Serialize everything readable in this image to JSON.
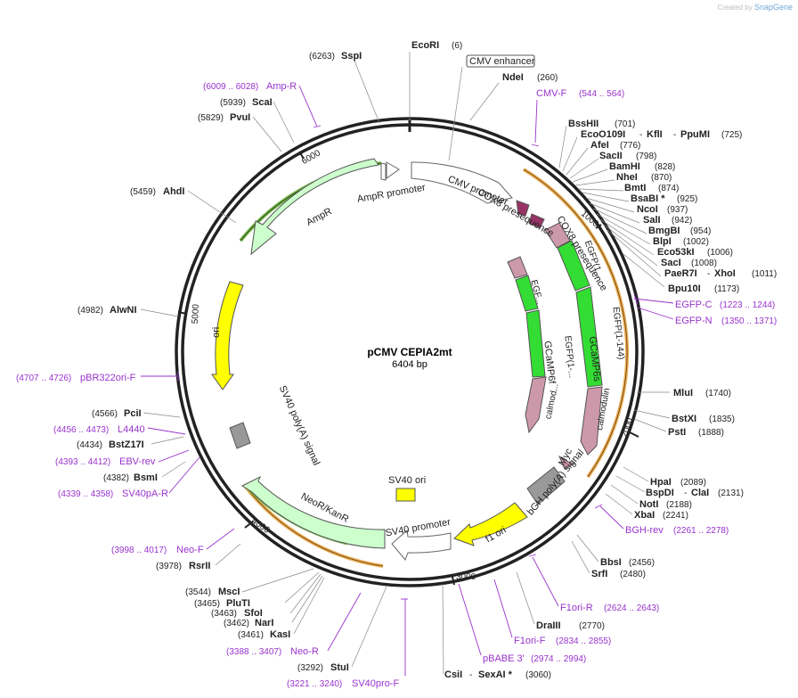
{
  "watermark": {
    "prefix": "Created by",
    "brand": "SnapGene"
  },
  "plasmid": {
    "name": "pCMV CEPIA2mt",
    "length": "6404 bp"
  },
  "colors": {
    "backbone": "#222222",
    "feature_green": "#ccffcc",
    "feature_yellow": "#ffff00",
    "feature_gray": "#999999",
    "feature_white": "#ffffff",
    "egfp": "#33dd33",
    "calmodulin": "#cc99aa",
    "cox8": "#993366",
    "primer": "#9933cc",
    "orf_orange": "#e8a33d",
    "orf_green": "#66aa33"
  },
  "ticks": [
    "1000",
    "2000",
    "3000",
    "4000",
    "5000",
    "6000"
  ],
  "features": [
    {
      "label": "CMV enhancer",
      "boxed": true
    },
    {
      "label": "CMV promoter"
    },
    {
      "label": "COX8 presequence"
    },
    {
      "label": "COX8 presequence"
    },
    {
      "label": "EGFP(1..."
    },
    {
      "label": "EGF..."
    },
    {
      "label": "EGFP(1-144)"
    },
    {
      "label": "EGFP(1-..."
    },
    {
      "label": "GCaMP6s"
    },
    {
      "label": "GCaMP6f"
    },
    {
      "label": "calmodulin"
    },
    {
      "label": "calmod..."
    },
    {
      "label": "Myc"
    },
    {
      "label": "bGH poly(A) signal"
    },
    {
      "label": "f1 ori"
    },
    {
      "label": "SV40 promoter"
    },
    {
      "label": "SV40 ori"
    },
    {
      "label": "NeoR/KanR"
    },
    {
      "label": "SV40 poly(A) signal"
    },
    {
      "label": "ori"
    },
    {
      "label": "AmpR"
    },
    {
      "label": "AmpR promoter"
    }
  ],
  "sites": [
    {
      "name": "EcoRI",
      "pos": "(6)"
    },
    {
      "name": "NdeI",
      "pos": "(260)"
    },
    {
      "name": "BssHII",
      "pos": "(701)"
    },
    {
      "name": "EcoO109I",
      "extra": [
        "KflI",
        "PpuMI"
      ],
      "pos": "(725)"
    },
    {
      "name": "AfeI",
      "pos": "(776)"
    },
    {
      "name": "SacII",
      "pos": "(798)"
    },
    {
      "name": "BamHI",
      "pos": "(828)"
    },
    {
      "name": "NheI",
      "pos": "(870)"
    },
    {
      "name": "BmtI",
      "pos": "(874)"
    },
    {
      "name": "BsaBI *",
      "pos": "(925)"
    },
    {
      "name": "NcoI",
      "pos": "(937)"
    },
    {
      "name": "SalI",
      "pos": "(942)"
    },
    {
      "name": "BmgBI",
      "pos": "(954)"
    },
    {
      "name": "BlpI",
      "pos": "(1002)"
    },
    {
      "name": "Eco53kI",
      "pos": "(1006)"
    },
    {
      "name": "SacI",
      "pos": "(1008)"
    },
    {
      "name": "PaeR7I",
      "extra": [
        "XhoI"
      ],
      "pos": "(1011)"
    },
    {
      "name": "Bpu10I",
      "pos": "(1173)"
    },
    {
      "name": "MluI",
      "pos": "(1740)"
    },
    {
      "name": "BstXI",
      "pos": "(1835)"
    },
    {
      "name": "PstI",
      "pos": "(1888)"
    },
    {
      "name": "HpaI",
      "pos": "(2089)"
    },
    {
      "name": "BspDI",
      "extra": [
        "ClaI"
      ],
      "pos": "(2131)"
    },
    {
      "name": "NotI",
      "pos": "(2188)"
    },
    {
      "name": "XbaI",
      "pos": "(2241)"
    },
    {
      "name": "BbsI",
      "pos": "(2456)"
    },
    {
      "name": "SrfI",
      "pos": "(2480)"
    },
    {
      "name": "DraIII",
      "pos": "(2770)"
    },
    {
      "name": "CsiI",
      "extra": [
        "SexAI *"
      ],
      "pos": "(3060)"
    },
    {
      "name": "StuI",
      "pos": "(3292)"
    },
    {
      "name": "KasI",
      "pos": "(3461)"
    },
    {
      "name": "NarI",
      "pos": "(3462)"
    },
    {
      "name": "SfoI",
      "pos": "(3463)"
    },
    {
      "name": "PluTI",
      "pos": "(3465)"
    },
    {
      "name": "MscI",
      "pos": "(3544)"
    },
    {
      "name": "RsrII",
      "pos": "(3978)"
    },
    {
      "name": "BsmI",
      "pos": "(4382)"
    },
    {
      "name": "BstZ17I",
      "pos": "(4434)"
    },
    {
      "name": "PciI",
      "pos": "(4566)"
    },
    {
      "name": "AlwNI",
      "pos": "(4982)"
    },
    {
      "name": "AhdI",
      "pos": "(5459)"
    },
    {
      "name": "PvuI",
      "pos": "(5829)"
    },
    {
      "name": "ScaI",
      "pos": "(5939)"
    },
    {
      "name": "SspI",
      "pos": "(6263)"
    }
  ],
  "primers": [
    {
      "name": "CMV-F",
      "range": "(544 .. 564)"
    },
    {
      "name": "EGFP-C",
      "range": "(1223 .. 1244)"
    },
    {
      "name": "EGFP-N",
      "range": "(1350 .. 1371)"
    },
    {
      "name": "BGH-rev",
      "range": "(2261 .. 2278)"
    },
    {
      "name": "F1ori-R",
      "range": "(2624 .. 2643)"
    },
    {
      "name": "F1ori-F",
      "range": "(2834 .. 2855)"
    },
    {
      "name": "pBABE 3'",
      "range": "(2974 .. 2994)"
    },
    {
      "name": "SV40pro-F",
      "range": "(3221 .. 3240)"
    },
    {
      "name": "Neo-R",
      "range": "(3388 .. 3407)"
    },
    {
      "name": "Neo-F",
      "range": "(3998 .. 4017)"
    },
    {
      "name": "SV40pA-R",
      "range": "(4339 .. 4358)"
    },
    {
      "name": "EBV-rev",
      "range": "(4393 .. 4412)"
    },
    {
      "name": "L4440",
      "range": "(4456 .. 4473)"
    },
    {
      "name": "pBR322ori-F",
      "range": "(4707 .. 4726)"
    },
    {
      "name": "Amp-R",
      "range": "(6009 .. 6028)"
    }
  ]
}
